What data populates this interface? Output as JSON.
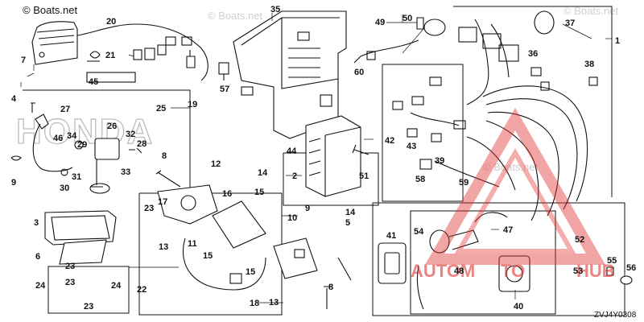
{
  "watermark": "© Boats.net",
  "diagram_code": "ZVJ4Y0308",
  "brand_text": "HONDA",
  "overlay": {
    "left": "AUTOM",
    "mid": "TO",
    "right": "HUB",
    "color": "#e0322f"
  },
  "parts": {
    "p1": "1",
    "p2": "2",
    "p3": "3",
    "p4": "4",
    "p5": "5",
    "p6": "6",
    "p7": "7",
    "p8": "8",
    "p9": "9",
    "p10": "10",
    "p11": "11",
    "p12": "12",
    "p13": "13",
    "p14": "14",
    "p15": "15",
    "p16": "16",
    "p17": "17",
    "p18": "18",
    "p19": "19",
    "p20": "20",
    "p21": "21",
    "p22": "22",
    "p23": "23",
    "p24": "24",
    "p25": "25",
    "p26": "26",
    "p27": "27",
    "p28": "28",
    "p29": "29",
    "p30": "30",
    "p31": "31",
    "p32": "32",
    "p33": "33",
    "p34": "34",
    "p35": "35",
    "p36": "36",
    "p37": "37",
    "p38": "38",
    "p39": "39",
    "p40": "40",
    "p41": "41",
    "p42": "42",
    "p43": "43",
    "p44": "44",
    "p45": "45",
    "p46": "46",
    "p47": "47",
    "p48": "48",
    "p49": "49",
    "p50": "50",
    "p51": "51",
    "p52": "52",
    "p53": "53",
    "p54": "54",
    "p55": "55",
    "p56": "56",
    "p57": "57",
    "p58": "58",
    "p59": "59",
    "p60": "60"
  }
}
